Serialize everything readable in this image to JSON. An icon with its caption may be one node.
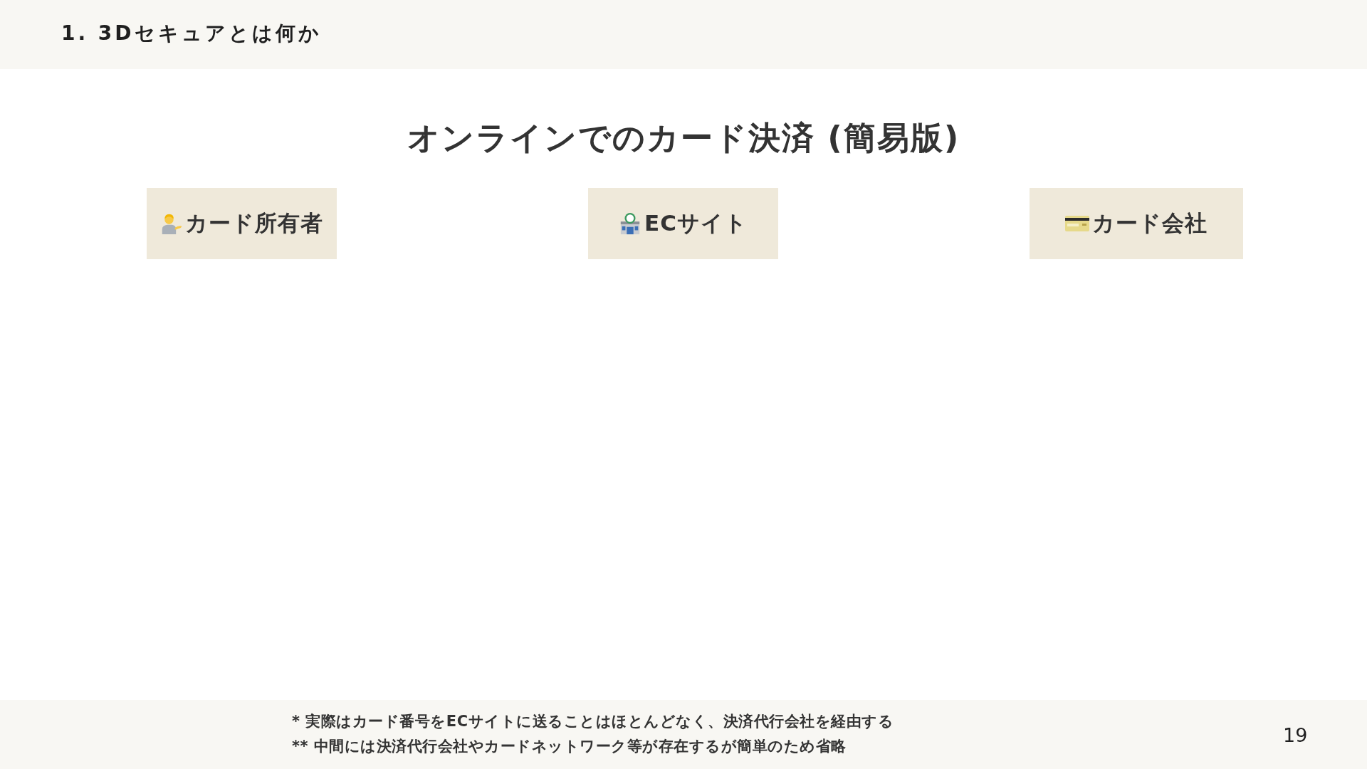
{
  "diagram": {
    "title": "オンラインでのカード決済 (簡易版)",
    "nodes": [
      {
        "text": [
          "カード所有者"
        ]
      },
      {
        "text": [
          "ECサイト"
        ]
      },
      {
        "text": [
          "カード会社"
        ]
      }
    ],
    "labels": [
      "1. 3Dセキュアとは何か",
      "* 実際はカード番号をECサイトに送ることはほとんどなく、決済代行会社を経由する",
      "** 中間には決済代行会社やカードネットワーク等が存在するが簡単のため省略",
      "19"
    ]
  }
}
